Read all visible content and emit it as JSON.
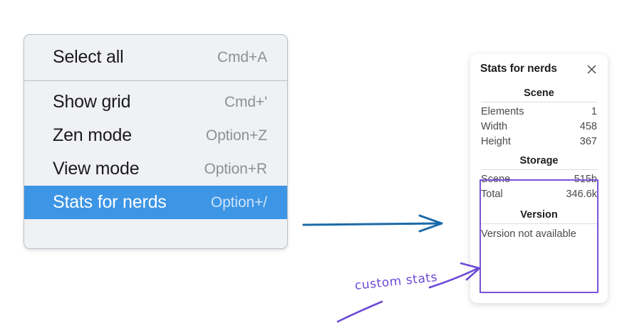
{
  "context_menu": {
    "groups": [
      {
        "items": [
          {
            "label": "Select all",
            "shortcut": "Cmd+A",
            "selected": false
          }
        ]
      },
      {
        "items": [
          {
            "label": "Show grid",
            "shortcut": "Cmd+'",
            "selected": false
          },
          {
            "label": "Zen mode",
            "shortcut": "Option+Z",
            "selected": false
          },
          {
            "label": "View mode",
            "shortcut": "Option+R",
            "selected": false
          },
          {
            "label": "Stats for nerds",
            "shortcut": "Option+/",
            "selected": true
          }
        ]
      }
    ],
    "selected_background": "#3d95e5"
  },
  "stats_panel": {
    "title": "Stats for nerds",
    "close_icon": "close-icon",
    "sections": [
      {
        "title": "Scene",
        "rows": [
          {
            "label": "Elements",
            "value": "1"
          },
          {
            "label": "Width",
            "value": "458"
          },
          {
            "label": "Height",
            "value": "367"
          }
        ]
      },
      {
        "title": "Storage",
        "rows": [
          {
            "label": "Scene",
            "value": "515b"
          },
          {
            "label": "Total",
            "value": "346.6k"
          }
        ]
      },
      {
        "title": "Version",
        "single_line": "Version not available"
      }
    ]
  },
  "annotations": {
    "custom_stats_label": "custom stats",
    "highlight_color": "#7a52d8",
    "arrow_color": "#1b6aa8",
    "pen_color": "#6b4ad6"
  }
}
